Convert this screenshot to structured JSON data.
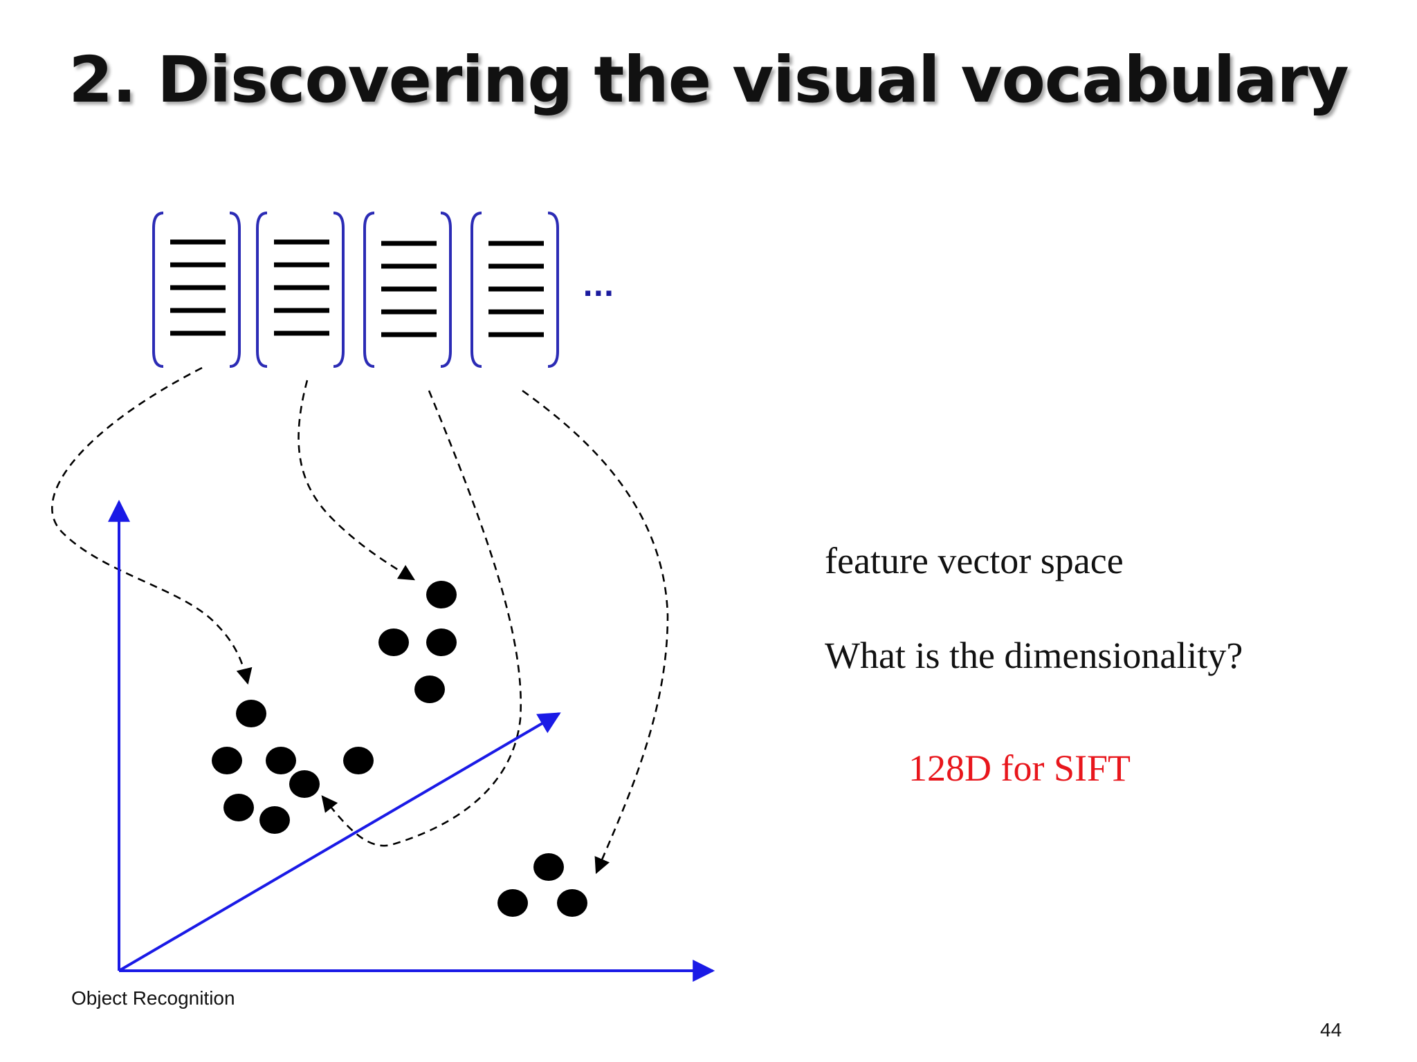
{
  "slide": {
    "title": "2. Discovering the visual vocabulary",
    "ellipsis": "...",
    "notes": {
      "feature_space": "feature vector space",
      "question": "What is the dimensionality?",
      "answer": "128D for SIFT"
    },
    "footer_label": "Object Recognition",
    "page_number": "44"
  },
  "colors": {
    "axis": "#1a1ae6",
    "bracket": "#2b2bb5",
    "answer": "#e8161c",
    "points": "#000000"
  },
  "feature_vectors": {
    "count": 4,
    "components_shown": 5
  }
}
